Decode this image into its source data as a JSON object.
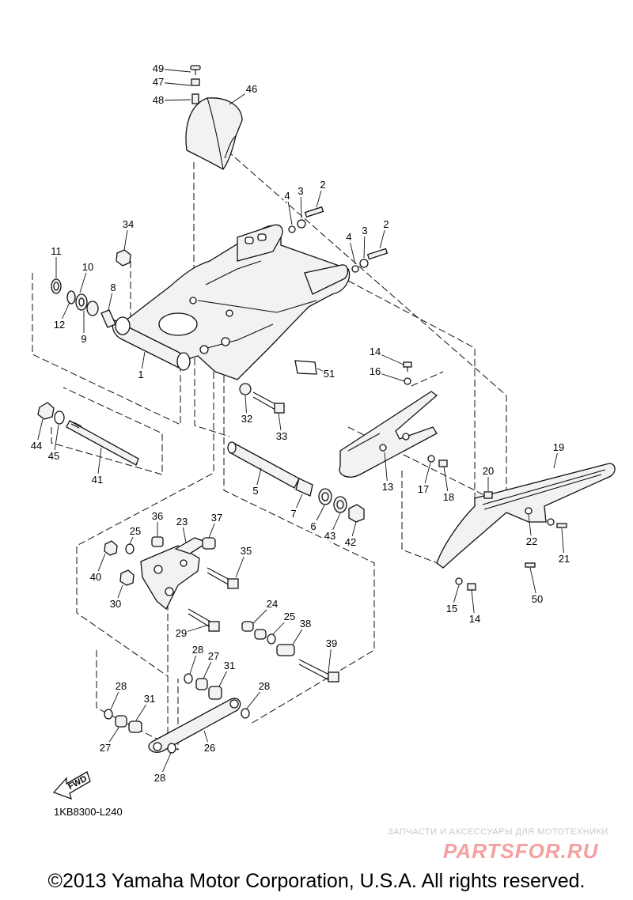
{
  "diagram": {
    "code": "1KB8300-L240",
    "fwd_label": "FWD",
    "copyright": "©2013 Yamaha Motor Corporation, U.S.A. All rights reserved."
  },
  "watermark": {
    "tagline": "ЗАПЧАСТИ И АКСЕССУАРЫ ДЛЯ МОТОТЕХНИКИ",
    "brand": "PARTSFOR.RU"
  },
  "callouts": [
    {
      "id": "c49",
      "label": "49"
    },
    {
      "id": "c47",
      "label": "47"
    },
    {
      "id": "c48",
      "label": "48"
    },
    {
      "id": "c46",
      "label": "46"
    },
    {
      "id": "c4a",
      "label": "4"
    },
    {
      "id": "c3a",
      "label": "3"
    },
    {
      "id": "c2a",
      "label": "2"
    },
    {
      "id": "c4b",
      "label": "4"
    },
    {
      "id": "c3b",
      "label": "3"
    },
    {
      "id": "c2b",
      "label": "2"
    },
    {
      "id": "c34",
      "label": "34"
    },
    {
      "id": "c11",
      "label": "11"
    },
    {
      "id": "c10",
      "label": "10"
    },
    {
      "id": "c8",
      "label": "8"
    },
    {
      "id": "c12",
      "label": "12"
    },
    {
      "id": "c9",
      "label": "9"
    },
    {
      "id": "c1",
      "label": "1"
    },
    {
      "id": "c51",
      "label": "51"
    },
    {
      "id": "c14a",
      "label": "14"
    },
    {
      "id": "c16",
      "label": "16"
    },
    {
      "id": "c32",
      "label": "32"
    },
    {
      "id": "c33",
      "label": "33"
    },
    {
      "id": "c44",
      "label": "44"
    },
    {
      "id": "c45",
      "label": "45"
    },
    {
      "id": "c41",
      "label": "41"
    },
    {
      "id": "c5",
      "label": "5"
    },
    {
      "id": "c13",
      "label": "13"
    },
    {
      "id": "c17",
      "label": "17"
    },
    {
      "id": "c18",
      "label": "18"
    },
    {
      "id": "c19",
      "label": "19"
    },
    {
      "id": "c20",
      "label": "20"
    },
    {
      "id": "c7",
      "label": "7"
    },
    {
      "id": "c6",
      "label": "6"
    },
    {
      "id": "c43",
      "label": "43"
    },
    {
      "id": "c42",
      "label": "42"
    },
    {
      "id": "c22",
      "label": "22"
    },
    {
      "id": "c21",
      "label": "21"
    },
    {
      "id": "c36",
      "label": "36"
    },
    {
      "id": "c23",
      "label": "23"
    },
    {
      "id": "c37",
      "label": "37"
    },
    {
      "id": "c25a",
      "label": "25"
    },
    {
      "id": "c35",
      "label": "35"
    },
    {
      "id": "c40",
      "label": "40"
    },
    {
      "id": "c30",
      "label": "30"
    },
    {
      "id": "c50",
      "label": "50"
    },
    {
      "id": "c15",
      "label": "15"
    },
    {
      "id": "c14b",
      "label": "14"
    },
    {
      "id": "c24",
      "label": "24"
    },
    {
      "id": "c25b",
      "label": "25"
    },
    {
      "id": "c38",
      "label": "38"
    },
    {
      "id": "c29",
      "label": "29"
    },
    {
      "id": "c39",
      "label": "39"
    },
    {
      "id": "c28a",
      "label": "28"
    },
    {
      "id": "c27a",
      "label": "27"
    },
    {
      "id": "c31a",
      "label": "31"
    },
    {
      "id": "c28b",
      "label": "28"
    },
    {
      "id": "c31b",
      "label": "31"
    },
    {
      "id": "c28c",
      "label": "28"
    },
    {
      "id": "c27b",
      "label": "27"
    },
    {
      "id": "c26",
      "label": "26"
    },
    {
      "id": "c28d",
      "label": "28"
    }
  ]
}
